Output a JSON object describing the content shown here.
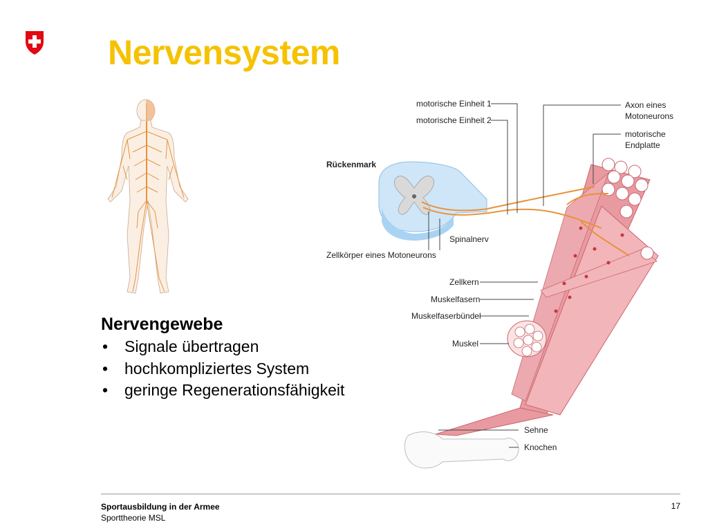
{
  "header": {
    "title": "Nervensystem"
  },
  "content": {
    "heading": "Nervengewebe",
    "bullets": [
      "Signale übertragen",
      "hochkompliziertes System",
      "geringe Regenerationsfähigkeit"
    ]
  },
  "diagram": {
    "labels": {
      "motor_unit_1": "motorische Einheit 1",
      "motor_unit_2": "motorische Einheit 2",
      "spinal_cord": "Rückenmark",
      "spinal_nerve": "Spinalnerv",
      "cell_body": "Zellkörper eines Motoneurons",
      "axon_line1": "Axon eines",
      "axon_line2": "Motoneurons",
      "endplate_line1": "motorische",
      "endplate_line2": "Endplatte",
      "nucleus": "Zellkern",
      "muscle_fibers": "Muskelfasern",
      "fiber_bundle": "Muskelfaserbündel",
      "muscle": "Muskel",
      "tendon": "Sehne",
      "bone": "Knochen"
    }
  },
  "footer": {
    "org": "Sportausbildung in der Armee",
    "subtitle": "Sporttheorie MSL",
    "page": "17"
  },
  "colors": {
    "title": "#f5c200",
    "swiss_red": "#e30613",
    "nerve": "#e8923a",
    "muscle": "#e07a80",
    "spinal": "#a9d3f2"
  }
}
